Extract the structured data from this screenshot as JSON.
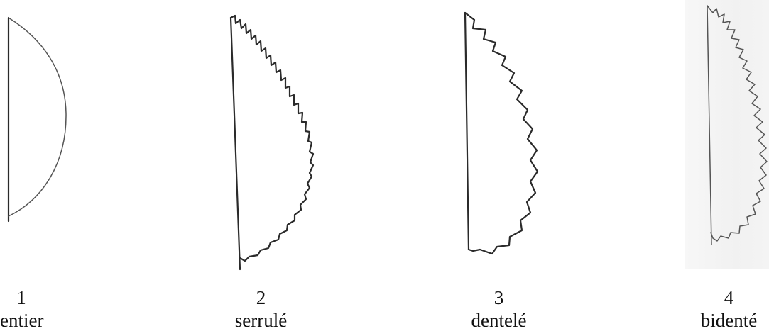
{
  "figure": {
    "leaves": [
      {
        "number": "1",
        "name": "entier"
      },
      {
        "number": "2",
        "name": "serrulé"
      },
      {
        "number": "3",
        "name": "dentelé"
      },
      {
        "number": "4",
        "name": "bidenté"
      }
    ]
  }
}
